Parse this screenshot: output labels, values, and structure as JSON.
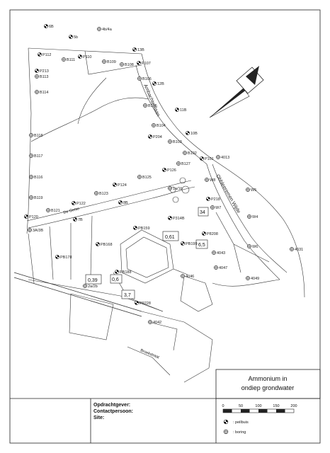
{
  "title": {
    "line1": "Ammonium in",
    "line2": "ondiep grondwater"
  },
  "meta": {
    "client_label": "Opdrachtgever:",
    "contact_label": "Contactpersoon:",
    "site_label": "Site:"
  },
  "scale": {
    "ticks": [
      "0",
      "50",
      "100",
      "150",
      "200"
    ]
  },
  "legend": {
    "peilbuis": ": peilbuis",
    "boring": ": boring"
  },
  "streets": {
    "ambachtenlaan": "Ambachtenlaan",
    "obbleeremen": "Obbleeremen Wijde",
    "de_getse": "De Getse",
    "bottom_street": "Broekstraat"
  },
  "values": {
    "v1": "0,61",
    "v2": "6,5",
    "v3": "34",
    "v4": "0,39",
    "v5": "0,6",
    "v6": "3,7"
  },
  "points": [
    {
      "label": "6B",
      "type": "peilbuis"
    },
    {
      "label": "5b",
      "type": "peilbuis"
    },
    {
      "label": "4b/4a",
      "type": "boring"
    },
    {
      "label": "P110",
      "type": "peilbuis"
    },
    {
      "label": "B111",
      "type": "boring"
    },
    {
      "label": "P112",
      "type": "peilbuis"
    },
    {
      "label": "13B",
      "type": "peilbuis"
    },
    {
      "label": "P107",
      "type": "peilbuis"
    },
    {
      "label": "B109",
      "type": "boring"
    },
    {
      "label": "B108",
      "type": "boring"
    },
    {
      "label": "P213",
      "type": "peilbuis"
    },
    {
      "label": "B113",
      "type": "boring"
    },
    {
      "label": "B114",
      "type": "boring"
    },
    {
      "label": "B106",
      "type": "boring"
    },
    {
      "label": "12B",
      "type": "peilbuis"
    },
    {
      "label": "B105",
      "type": "boring"
    },
    {
      "label": "11B",
      "type": "peilbuis"
    },
    {
      "label": "B104",
      "type": "boring"
    },
    {
      "label": "P204",
      "type": "peilbuis"
    },
    {
      "label": "B103",
      "type": "boring"
    },
    {
      "label": "10B",
      "type": "peilbuis"
    },
    {
      "label": "B102",
      "type": "boring"
    },
    {
      "label": "P101",
      "type": "peilbuis"
    },
    {
      "label": "4013",
      "type": "boring"
    },
    {
      "label": "B118",
      "type": "boring"
    },
    {
      "label": "B117",
      "type": "boring"
    },
    {
      "label": "B116",
      "type": "boring"
    },
    {
      "label": "B119",
      "type": "boring"
    },
    {
      "label": "P120",
      "type": "peilbuis"
    },
    {
      "label": "B121",
      "type": "boring"
    },
    {
      "label": "P122",
      "type": "peilbuis"
    },
    {
      "label": "B123",
      "type": "boring"
    },
    {
      "label": "P124",
      "type": "peilbuis"
    },
    {
      "label": "B125",
      "type": "boring"
    },
    {
      "label": "P126",
      "type": "peilbuis"
    },
    {
      "label": "B127",
      "type": "boring"
    },
    {
      "label": "W8",
      "type": "boring"
    },
    {
      "label": "W5",
      "type": "boring"
    },
    {
      "label": "W7",
      "type": "boring"
    },
    {
      "label": "P218",
      "type": "peilbuis"
    },
    {
      "label": "8B",
      "type": "peilbuis"
    },
    {
      "label": "1a/1b",
      "type": "boring"
    },
    {
      "label": "7B",
      "type": "peilbuis"
    },
    {
      "label": "P314B",
      "type": "peilbuis"
    },
    {
      "label": "PB159",
      "type": "peilbuis"
    },
    {
      "label": "P8208",
      "type": "peilbuis"
    },
    {
      "label": "W4",
      "type": "boring"
    },
    {
      "label": "3A/3B",
      "type": "boring"
    },
    {
      "label": "PB168",
      "type": "peilbuis"
    },
    {
      "label": "PB199",
      "type": "peilbuis"
    },
    {
      "label": "4043",
      "type": "boring"
    },
    {
      "label": "W6",
      "type": "boring"
    },
    {
      "label": "4031",
      "type": "boring"
    },
    {
      "label": "PB178",
      "type": "peilbuis"
    },
    {
      "label": "PB188",
      "type": "peilbuis"
    },
    {
      "label": "4046",
      "type": "boring"
    },
    {
      "label": "4047",
      "type": "boring"
    },
    {
      "label": "4049",
      "type": "boring"
    },
    {
      "label": "2a/2b",
      "type": "boring"
    },
    {
      "label": "P9228",
      "type": "peilbuis"
    },
    {
      "label": "4042",
      "type": "boring"
    }
  ]
}
